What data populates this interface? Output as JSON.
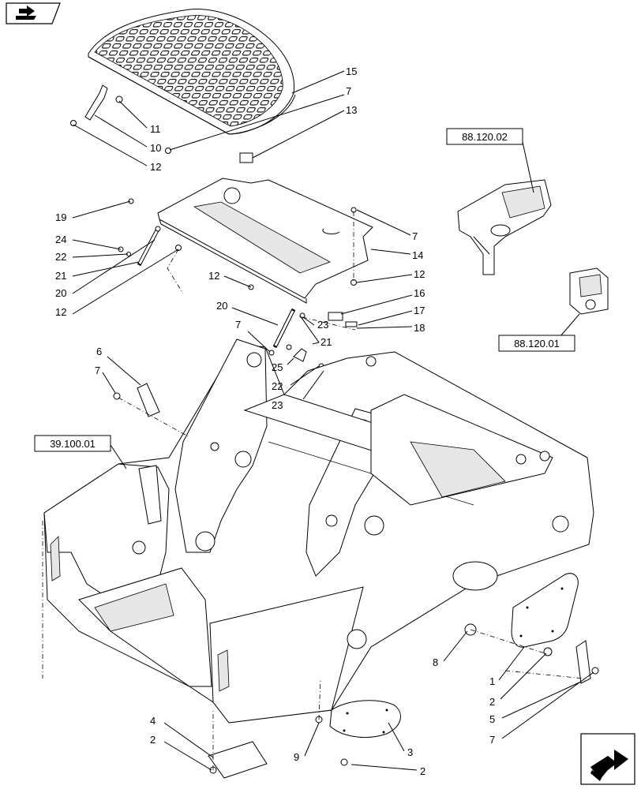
{
  "nav_icons": {
    "top": "book-arrow-icon",
    "bottom": "next-page-arrow-icon"
  },
  "ref_boxes": [
    "88.120.02",
    "88.120.01",
    "39.100.01"
  ],
  "callouts": [
    "15",
    "7",
    "13",
    "11",
    "10",
    "12",
    "19",
    "7",
    "24",
    "14",
    "22",
    "21",
    "20",
    "12",
    "12",
    "12",
    "16",
    "20",
    "17",
    "23",
    "18",
    "7",
    "21",
    "6",
    "25",
    "7",
    "22",
    "23",
    "1",
    "8",
    "2",
    "5",
    "4",
    "3",
    "9",
    "2",
    "2",
    "7"
  ]
}
